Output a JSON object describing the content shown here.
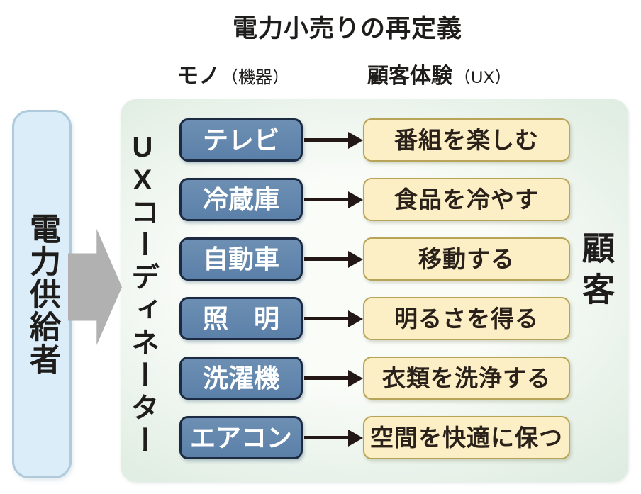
{
  "title": "電力小売りの再定義",
  "columns": {
    "left_header": {
      "main": "モノ",
      "sub": "（機器）"
    },
    "right_header": {
      "main": "顧客体験",
      "sub": "（UX）"
    }
  },
  "supplier": {
    "label": "電力供給者"
  },
  "coordinator": {
    "latin": "UX",
    "kana": "コーディネーター"
  },
  "customer": {
    "label": "顧客"
  },
  "rows": [
    {
      "device": "テレビ",
      "experience": "番組を楽しむ"
    },
    {
      "device": "冷蔵庫",
      "experience": "食品を冷やす"
    },
    {
      "device": "自動車",
      "experience": "移動する"
    },
    {
      "device": "照　明",
      "experience": "明るさを得る"
    },
    {
      "device": "洗濯機",
      "experience": "衣類を洗浄する"
    },
    {
      "device": "エアコン",
      "experience": "空間を快適に保つ"
    }
  ],
  "colors": {
    "text_black": "#1f1d1b",
    "supplier_fill": "#daedf8",
    "supplier_border": "#aecadb",
    "gray_arrow": "#b1b1b1",
    "panel_center": "#fafcf8",
    "panel_mid": "#e3efe5",
    "panel_edge": "#cde4d5",
    "device_fill": "#5b80a8",
    "device_fill_light": "#6d8fb3",
    "device_border": "#1c2b42",
    "device_text": "#ffffff",
    "exp_fill": "#fcefc5",
    "exp_border": "#b8a458",
    "exp_text": "#2a211a",
    "arrow_black": "#231815"
  }
}
